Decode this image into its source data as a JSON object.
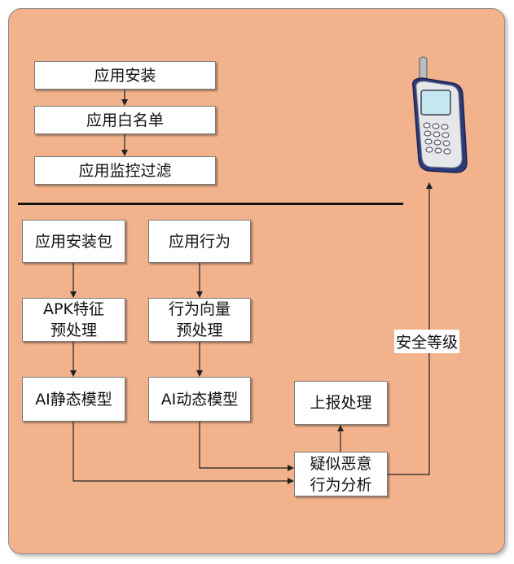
{
  "top_flow": {
    "install": "应用安装",
    "whitelist": "应用白名单",
    "monitor_filter": "应用监控过滤"
  },
  "static_branch": {
    "package": "应用安装包",
    "preprocess_line1": "APK特征",
    "preprocess_line2": "预处理",
    "model": "AI静态模型"
  },
  "dynamic_branch": {
    "behavior": "应用行为",
    "preprocess_line1": "行为向量",
    "preprocess_line2": "预处理",
    "model": "AI动态模型"
  },
  "analysis": {
    "line1": "疑似恶意",
    "line2": "行为分析"
  },
  "report": "上报处理",
  "safety_level": "安全等级",
  "colors": {
    "panel_fill": "#f2b28b",
    "box_fill": "#ffffff",
    "line": "#222222",
    "phone_body": "#2d3a7a"
  },
  "icons": [
    "mobile-phone-icon"
  ]
}
